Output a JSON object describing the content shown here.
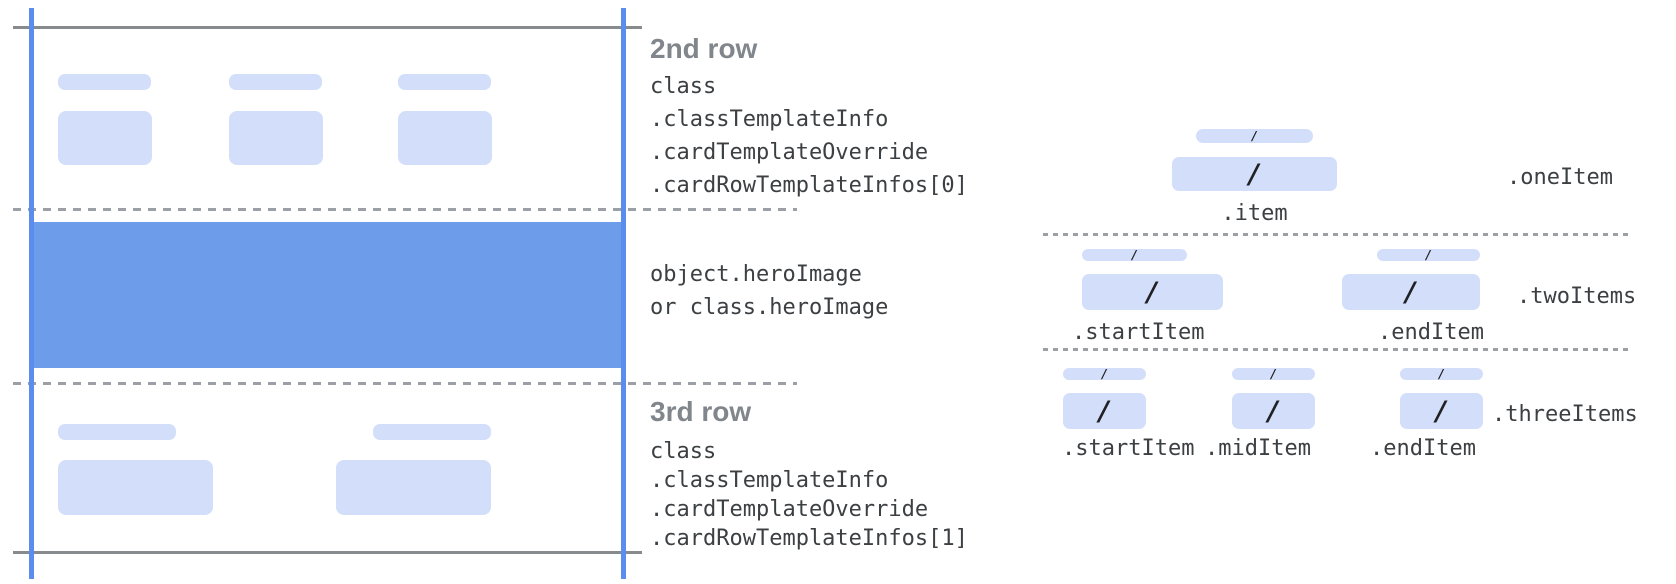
{
  "left_diagram": {
    "row2": {
      "heading": "2nd row",
      "code": [
        "class",
        ".classTemplateInfo",
        ".cardTemplateOverride",
        ".cardRowTemplateInfos[0]"
      ]
    },
    "hero": {
      "code": [
        "object.heroImage",
        "or class.heroImage"
      ]
    },
    "row3": {
      "heading": "3rd row",
      "code": [
        "class",
        ".classTemplateInfo",
        ".cardTemplateOverride",
        ".cardRowTemplateInfos[1]"
      ]
    }
  },
  "right_diagram": {
    "slash": "/",
    "one_item": {
      "row_label": ".oneItem",
      "item_labels": [
        ".item"
      ]
    },
    "two_items": {
      "row_label": ".twoItems",
      "item_labels": [
        ".startItem",
        ".endItem"
      ]
    },
    "three_items": {
      "row_label": ".threeItems",
      "item_labels": [
        ".startItem",
        ".midItem",
        ".endItem"
      ]
    }
  },
  "colors": {
    "placeholder_fill": "#d3defa",
    "hero_fill": "#6d9ceb",
    "guide_line_blue": "#5b8def",
    "frame_line_gray": "#888b8e",
    "dashed_line_gray": "#9aa0a6",
    "heading_gray": "#80868b",
    "code_text": "#3c4043",
    "slash_text": "#202124"
  }
}
